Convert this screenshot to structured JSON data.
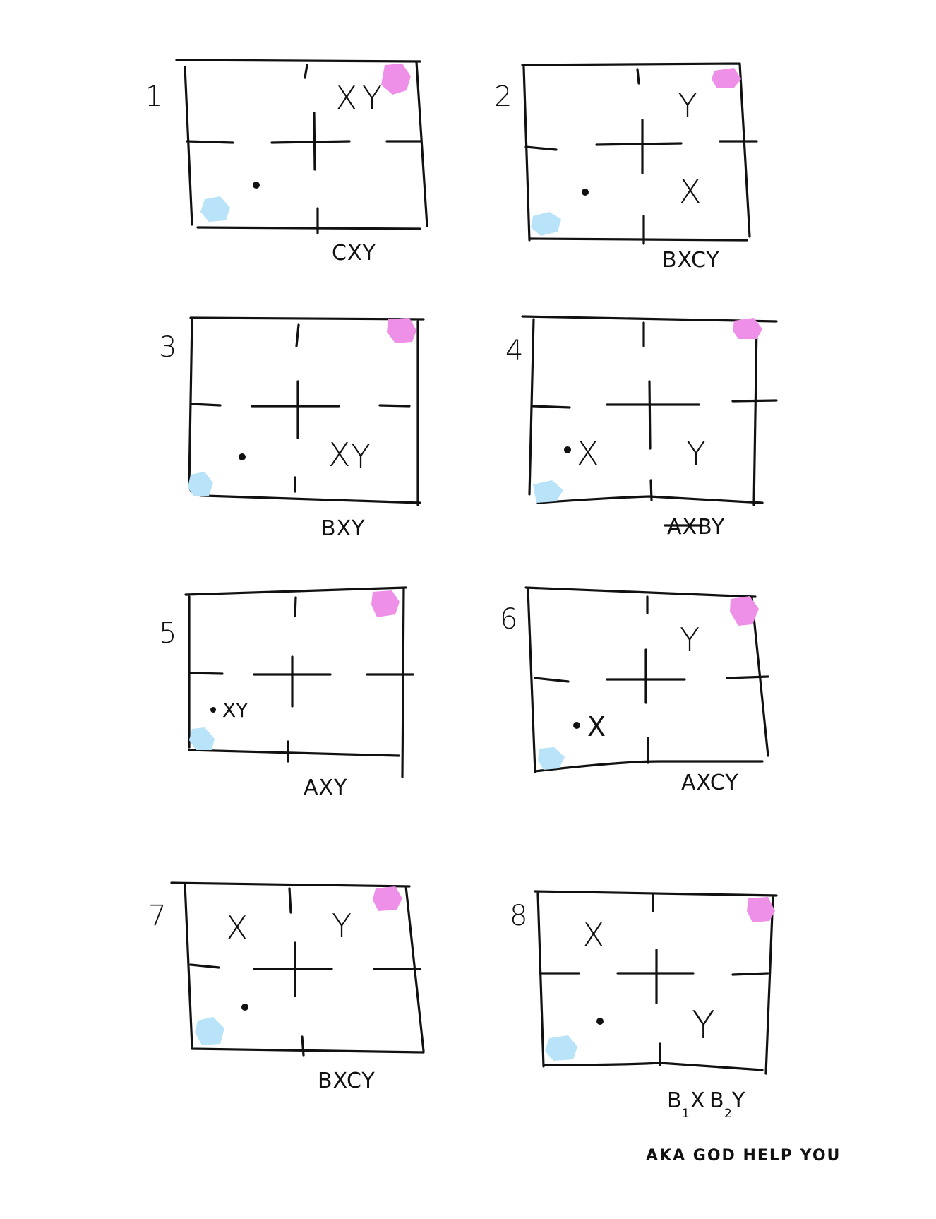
{
  "colors": {
    "ink": "#111111",
    "pink": "#ee8fe8",
    "blue": "#b8e3f8"
  },
  "panels": [
    {
      "number": "1",
      "caption": "CXY",
      "marks": [
        {
          "text": "X",
          "pos": "top-right-a"
        },
        {
          "text": "Y",
          "pos": "top-right-b"
        }
      ]
    },
    {
      "number": "2",
      "caption": "BXCY",
      "marks": [
        {
          "text": "Y",
          "pos": "top-right"
        },
        {
          "text": "X",
          "pos": "bottom-right"
        }
      ]
    },
    {
      "number": "3",
      "caption": "BXY",
      "marks": [
        {
          "text": "X",
          "pos": "bottom-right-a"
        },
        {
          "text": "Y",
          "pos": "bottom-right-b"
        }
      ]
    },
    {
      "number": "4",
      "caption": "AXBY",
      "struck": "AX",
      "marks": [
        {
          "text": "X",
          "pos": "bottom-left"
        },
        {
          "text": "Y",
          "pos": "bottom-right"
        }
      ]
    },
    {
      "number": "5",
      "caption": "AXY",
      "marks": [
        {
          "text": "XY",
          "pos": "bottom-left"
        }
      ]
    },
    {
      "number": "6",
      "caption": "AXCY",
      "marks": [
        {
          "text": "Y",
          "pos": "top-right"
        },
        {
          "text": "X",
          "pos": "bottom-left"
        }
      ]
    },
    {
      "number": "7",
      "caption": "BXCY",
      "marks": [
        {
          "text": "X",
          "pos": "top-left"
        },
        {
          "text": "Y",
          "pos": "top-right"
        }
      ]
    },
    {
      "number": "8",
      "caption": "B1XB2Y",
      "caption_parts": {
        "b": "B",
        "one": "1",
        "x": "X",
        "b2": "B",
        "two": "2",
        "y": "Y"
      },
      "marks": [
        {
          "text": "X",
          "pos": "top-left"
        },
        {
          "text": "Y",
          "pos": "bottom-right"
        }
      ]
    }
  ],
  "footnote": "AKA GOD HELP YOU"
}
